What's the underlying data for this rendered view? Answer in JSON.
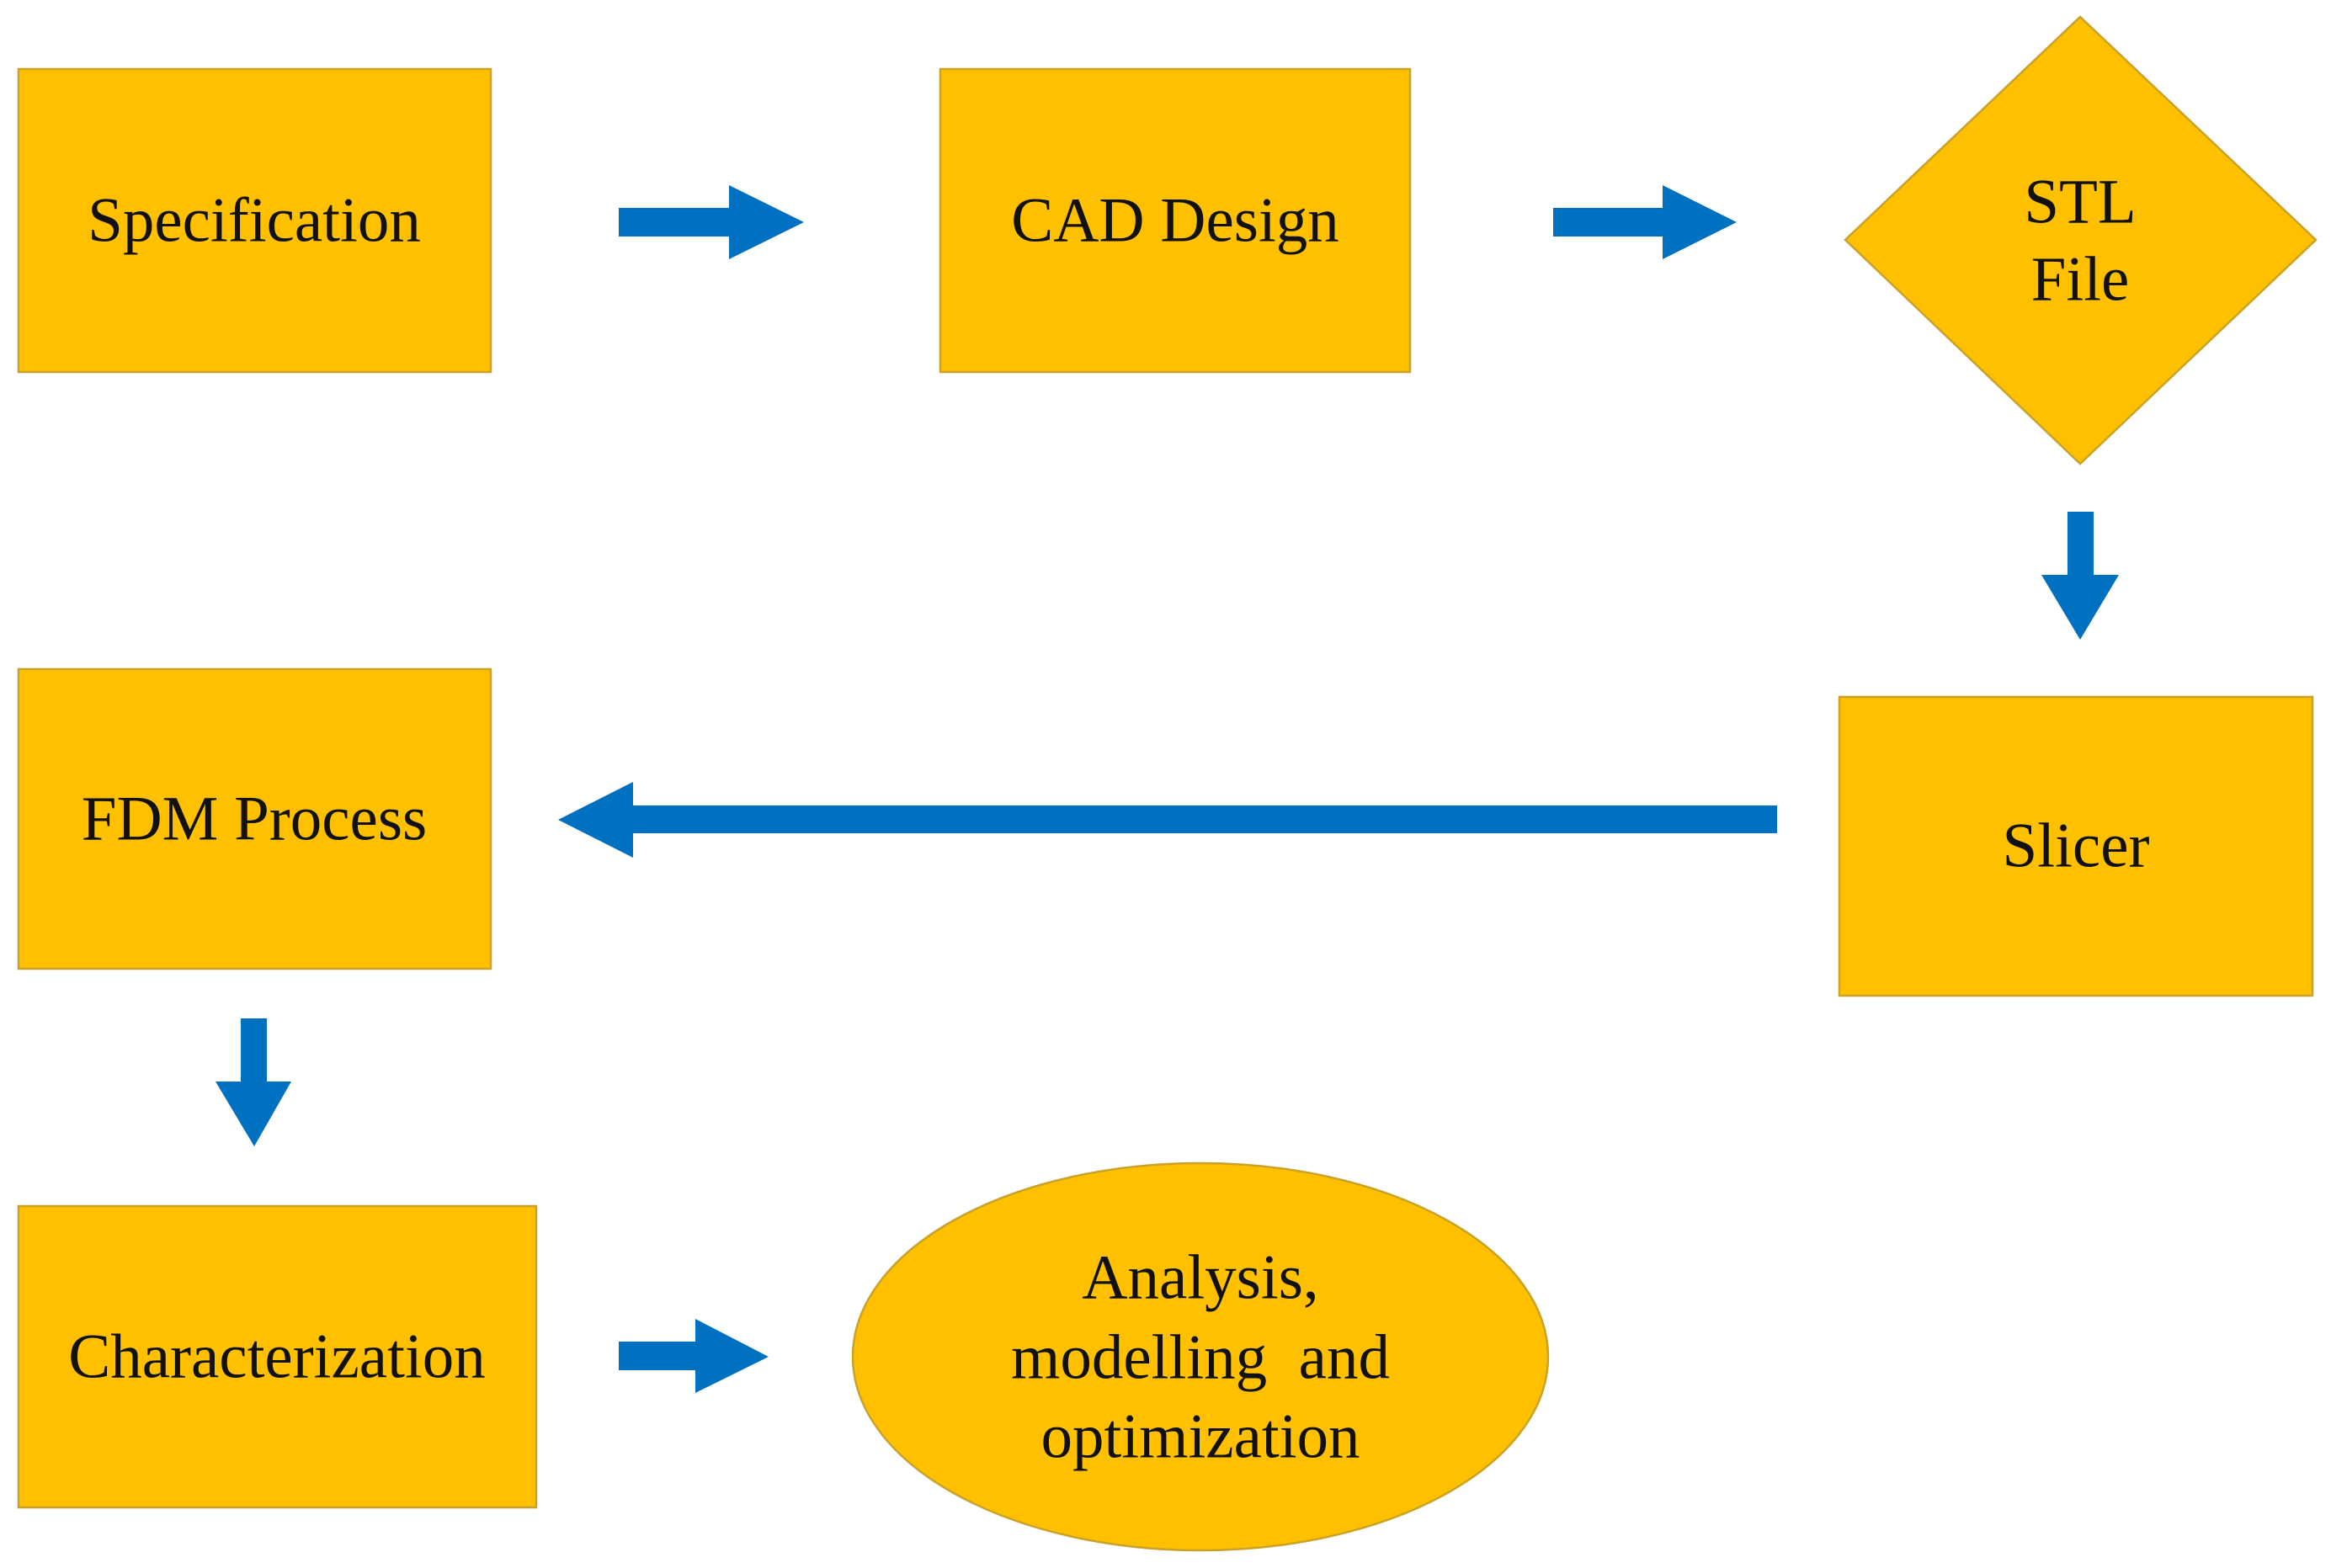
{
  "nodes": {
    "specification": "Specification",
    "cad_design": "CAD Design",
    "stl_file": [
      "STL",
      "File"
    ],
    "slicer": "Slicer",
    "fdm_process": "FDM Process",
    "characterization": "Characterization",
    "analysis": [
      "Analysis,",
      "modelling  and",
      "optimization"
    ]
  },
  "colors": {
    "node_fill": "#FFC000",
    "arrow": "#0070C0"
  }
}
